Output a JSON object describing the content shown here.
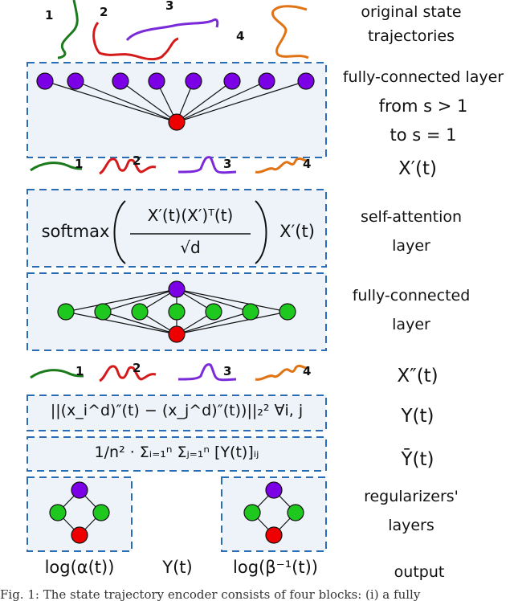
{
  "labels": {
    "original_line1": "original state",
    "original_line2": "trajectories",
    "fc1_line1": "fully-connected layer",
    "fc1_from": "from   s > 1",
    "fc1_to": "to   s = 1",
    "xprime": "X′(t)",
    "attn_line1": "self-attention",
    "attn_line2": "layer",
    "fc2_line1": "fully-connected",
    "fc2_line2": "layer",
    "xdoubleprime": "X″(t)",
    "y": "Y(t)",
    "ybar": "Ȳ(t)",
    "reg_line1": "regularizers'",
    "reg_line2": "layers",
    "output": "output"
  },
  "trajectory_numbers": [
    "1",
    "2",
    "3",
    "4"
  ],
  "formulas": {
    "softmax": "softmax",
    "numerator": "X′(t)(X′)ᵀ(t)",
    "denominator": "√d",
    "softmax_tail": "X′(t)",
    "distance": "||(x_i^d)″(t) − (x_j^d)″(t))||₂²   ∀i, j",
    "mean": "1/n² · Σᵢ₌₁ⁿ Σⱼ₌₁ⁿ [Y(t)]ᵢⱼ"
  },
  "outputs": {
    "alpha": "log(α(t))",
    "y": "Y(t)",
    "beta": "log(β⁻¹(t))"
  },
  "caption": "Fig. 1: The state trajectory encoder consists of four blocks: (i) a fully",
  "colors": {
    "purple": "#7c00e6",
    "red": "#ee0000",
    "green": "#1ec81e",
    "box_border": "#2a6db5",
    "box_fill": "#eef3fa",
    "traj_green": "#1b7a1b",
    "traj_red": "#d41a1a",
    "traj_purple": "#7a2ad9",
    "traj_orange": "#e07414"
  }
}
